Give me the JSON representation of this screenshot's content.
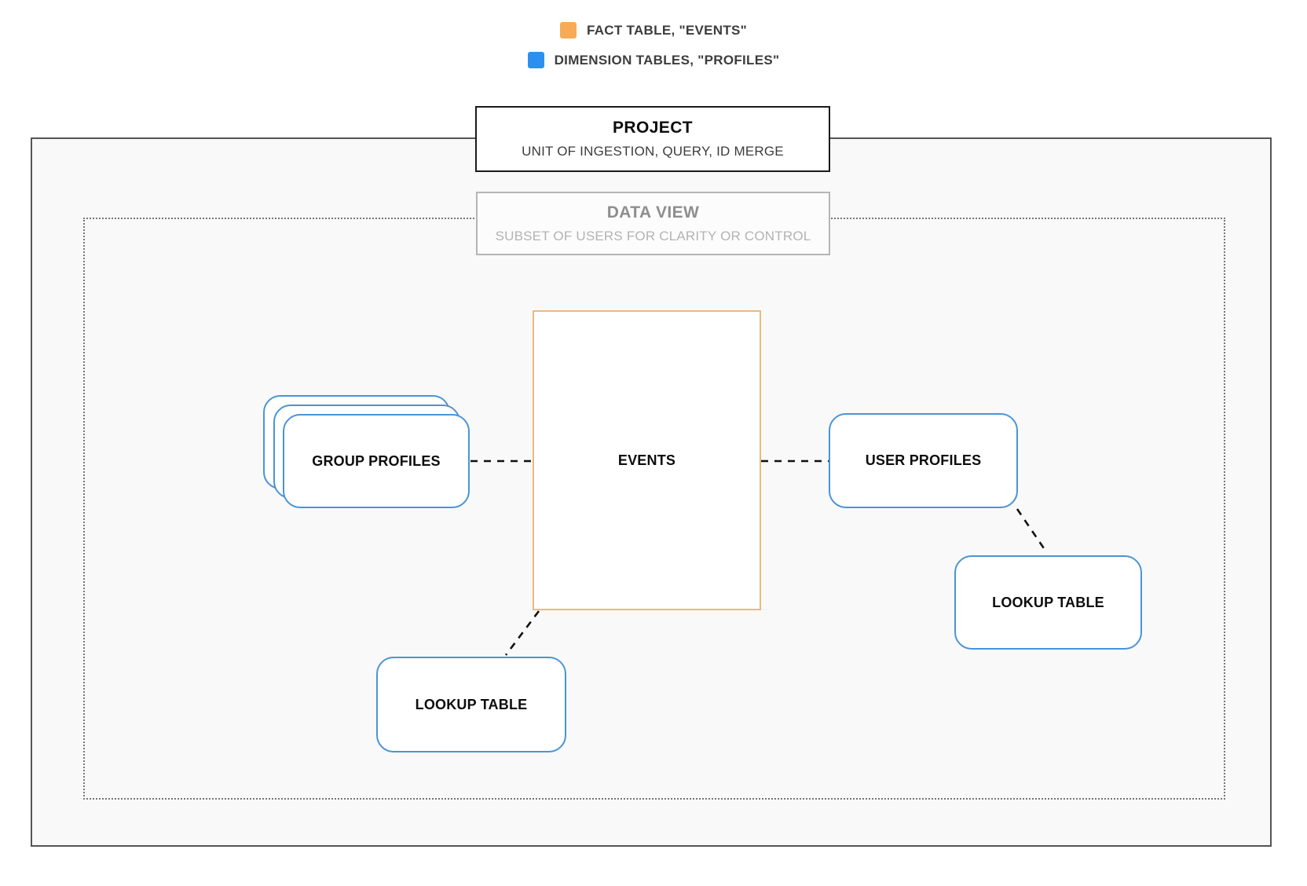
{
  "legend": {
    "items": [
      {
        "id": "fact",
        "label": "FACT TABLE, \"EVENTS\"",
        "color": "#f7ab57"
      },
      {
        "id": "dimension",
        "label": "DIMENSION TABLES, \"PROFILES\"",
        "color": "#2e90ee"
      }
    ]
  },
  "project": {
    "title": "PROJECT",
    "subtitle": "UNIT OF INGESTION, QUERY, ID MERGE"
  },
  "data_view": {
    "title": "DATA VIEW",
    "subtitle": "SUBSET OF USERS FOR CLARITY OR CONTROL"
  },
  "nodes": {
    "events": {
      "label": "EVENTS",
      "type": "fact"
    },
    "group_profiles": {
      "label": "GROUP PROFILES",
      "type": "dimension"
    },
    "user_profiles": {
      "label": "USER PROFILES",
      "type": "dimension"
    },
    "lookup_table_right": {
      "label": "LOOKUP TABLE",
      "type": "dimension"
    },
    "lookup_table_bottom": {
      "label": "LOOKUP TABLE",
      "type": "dimension"
    }
  },
  "colors": {
    "fact_fill_legend": "#f7ab57",
    "dimension_fill_legend": "#2e90ee",
    "fact_border": "#ecba79",
    "dimension_border": "#4a94d6",
    "project_border": "#1a1a1a",
    "boundary_border": "#555555",
    "dataview_border": "#b5b5b5",
    "connector": "#111111"
  }
}
